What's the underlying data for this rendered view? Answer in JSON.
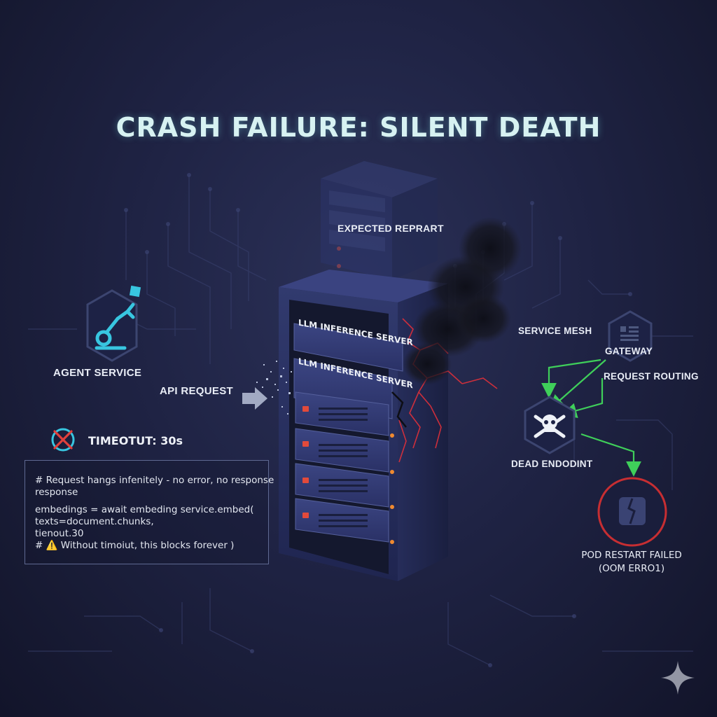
{
  "title": "CRASH FAILURE: SILENT DEATH",
  "labels": {
    "agent_service": "AGENT SERVICE",
    "api_request": "API REQUEST",
    "expected_restart": "EXPECTED REPRART",
    "server_label_1": "LLM INFERENCE SERVER",
    "server_label_2": "LLM INFERENCE SERVER",
    "service_mesh": "SERVICE MESH",
    "gateway": "GATEWAY",
    "request_routing": "REQUEST ROUTING",
    "dead_endpoint": "DEAD ENDODINT",
    "pod_restart_line1": "POD RESTART FAILED",
    "pod_restart_line2": "(OOM ERRO1)"
  },
  "timeout": {
    "label": "TIMEOTUT: 30s",
    "icon": "timeout-x-icon"
  },
  "code": {
    "lines": [
      "# Request hangs infenitely - no error, no response",
      "response",
      "embedings = await embeding service.embed(",
      "texts=document.chunks,",
      "tienout.30",
      "# ⚠️ Without timoiut, this blocks forever )"
    ]
  },
  "colors": {
    "accent_cyan": "#38c6e0",
    "title": "#d7f2f2",
    "alert_red": "#d23b3b",
    "route_green": "#3fcf5a",
    "hex_stroke": "#3c4570",
    "server_body": "#2c3362"
  },
  "icons": [
    "robot-arm-icon",
    "arrow-right-icon",
    "skull-crossbones-icon",
    "gateway-icon",
    "broken-pod-icon",
    "sparkle-icon"
  ]
}
